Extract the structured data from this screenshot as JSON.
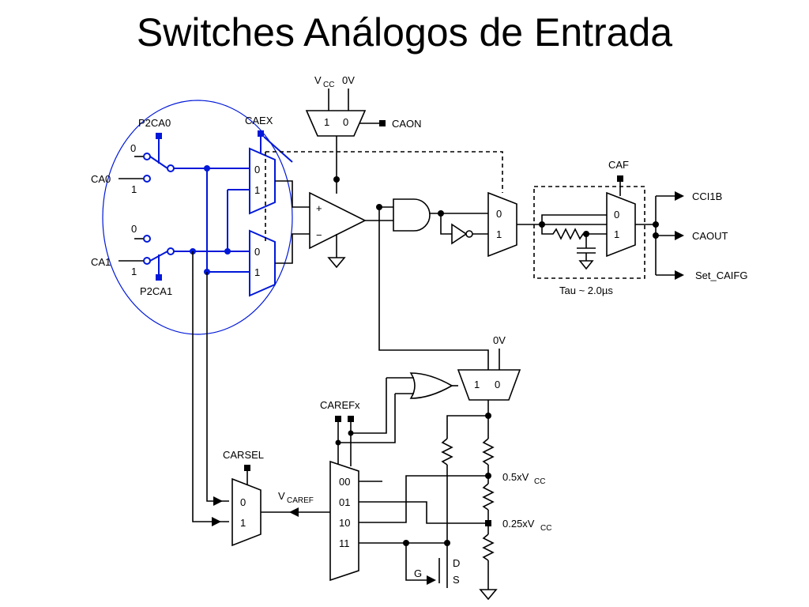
{
  "title": "Switches Análogos de Entrada",
  "labels": {
    "vcc": "V",
    "vcc_sub": "CC",
    "zero_v_top": "0V",
    "mux_top_1": "1",
    "mux_top_0": "0",
    "caon": "CAON",
    "p2ca0": "P2CA0",
    "caex": "CAEX",
    "ca0": "CA0",
    "ca1": "CA1",
    "p2ca1": "P2CA1",
    "sw0_0": "0",
    "sw0_1": "1",
    "sw1_0": "0",
    "sw1_1": "1",
    "muxa_0": "0",
    "muxa_1": "1",
    "muxb_0": "0",
    "muxb_1": "1",
    "plus": "+",
    "minus": "−",
    "muxc_0": "0",
    "muxc_1": "1",
    "caf": "CAF",
    "muxf_0": "0",
    "muxf_1": "1",
    "tau": "Tau ~ 2.0µs",
    "cci1b": "CCI1B",
    "caout": "CAOUT",
    "set_caifg": "Set_CAIFG",
    "zero_v_mid": "0V",
    "muxr_1": "1",
    "muxr_0": "0",
    "carefx": "CAREFx",
    "carsel": "CARSEL",
    "vcaref": "V",
    "vcaref_sub": "CAREF",
    "sel_00": "00",
    "sel_01": "01",
    "sel_10": "10",
    "sel_11": "11",
    "muxs_0": "0",
    "muxs_1": "1",
    "half_vcc": "0.5xV",
    "half_vcc_sub": "CC",
    "quarter_vcc": "0.25xV",
    "quarter_vcc_sub": "CC",
    "fet_g": "G",
    "fet_d": "D",
    "fet_s": "S"
  },
  "colors": {
    "highlight": "#0018d8",
    "wire": "#000000"
  }
}
